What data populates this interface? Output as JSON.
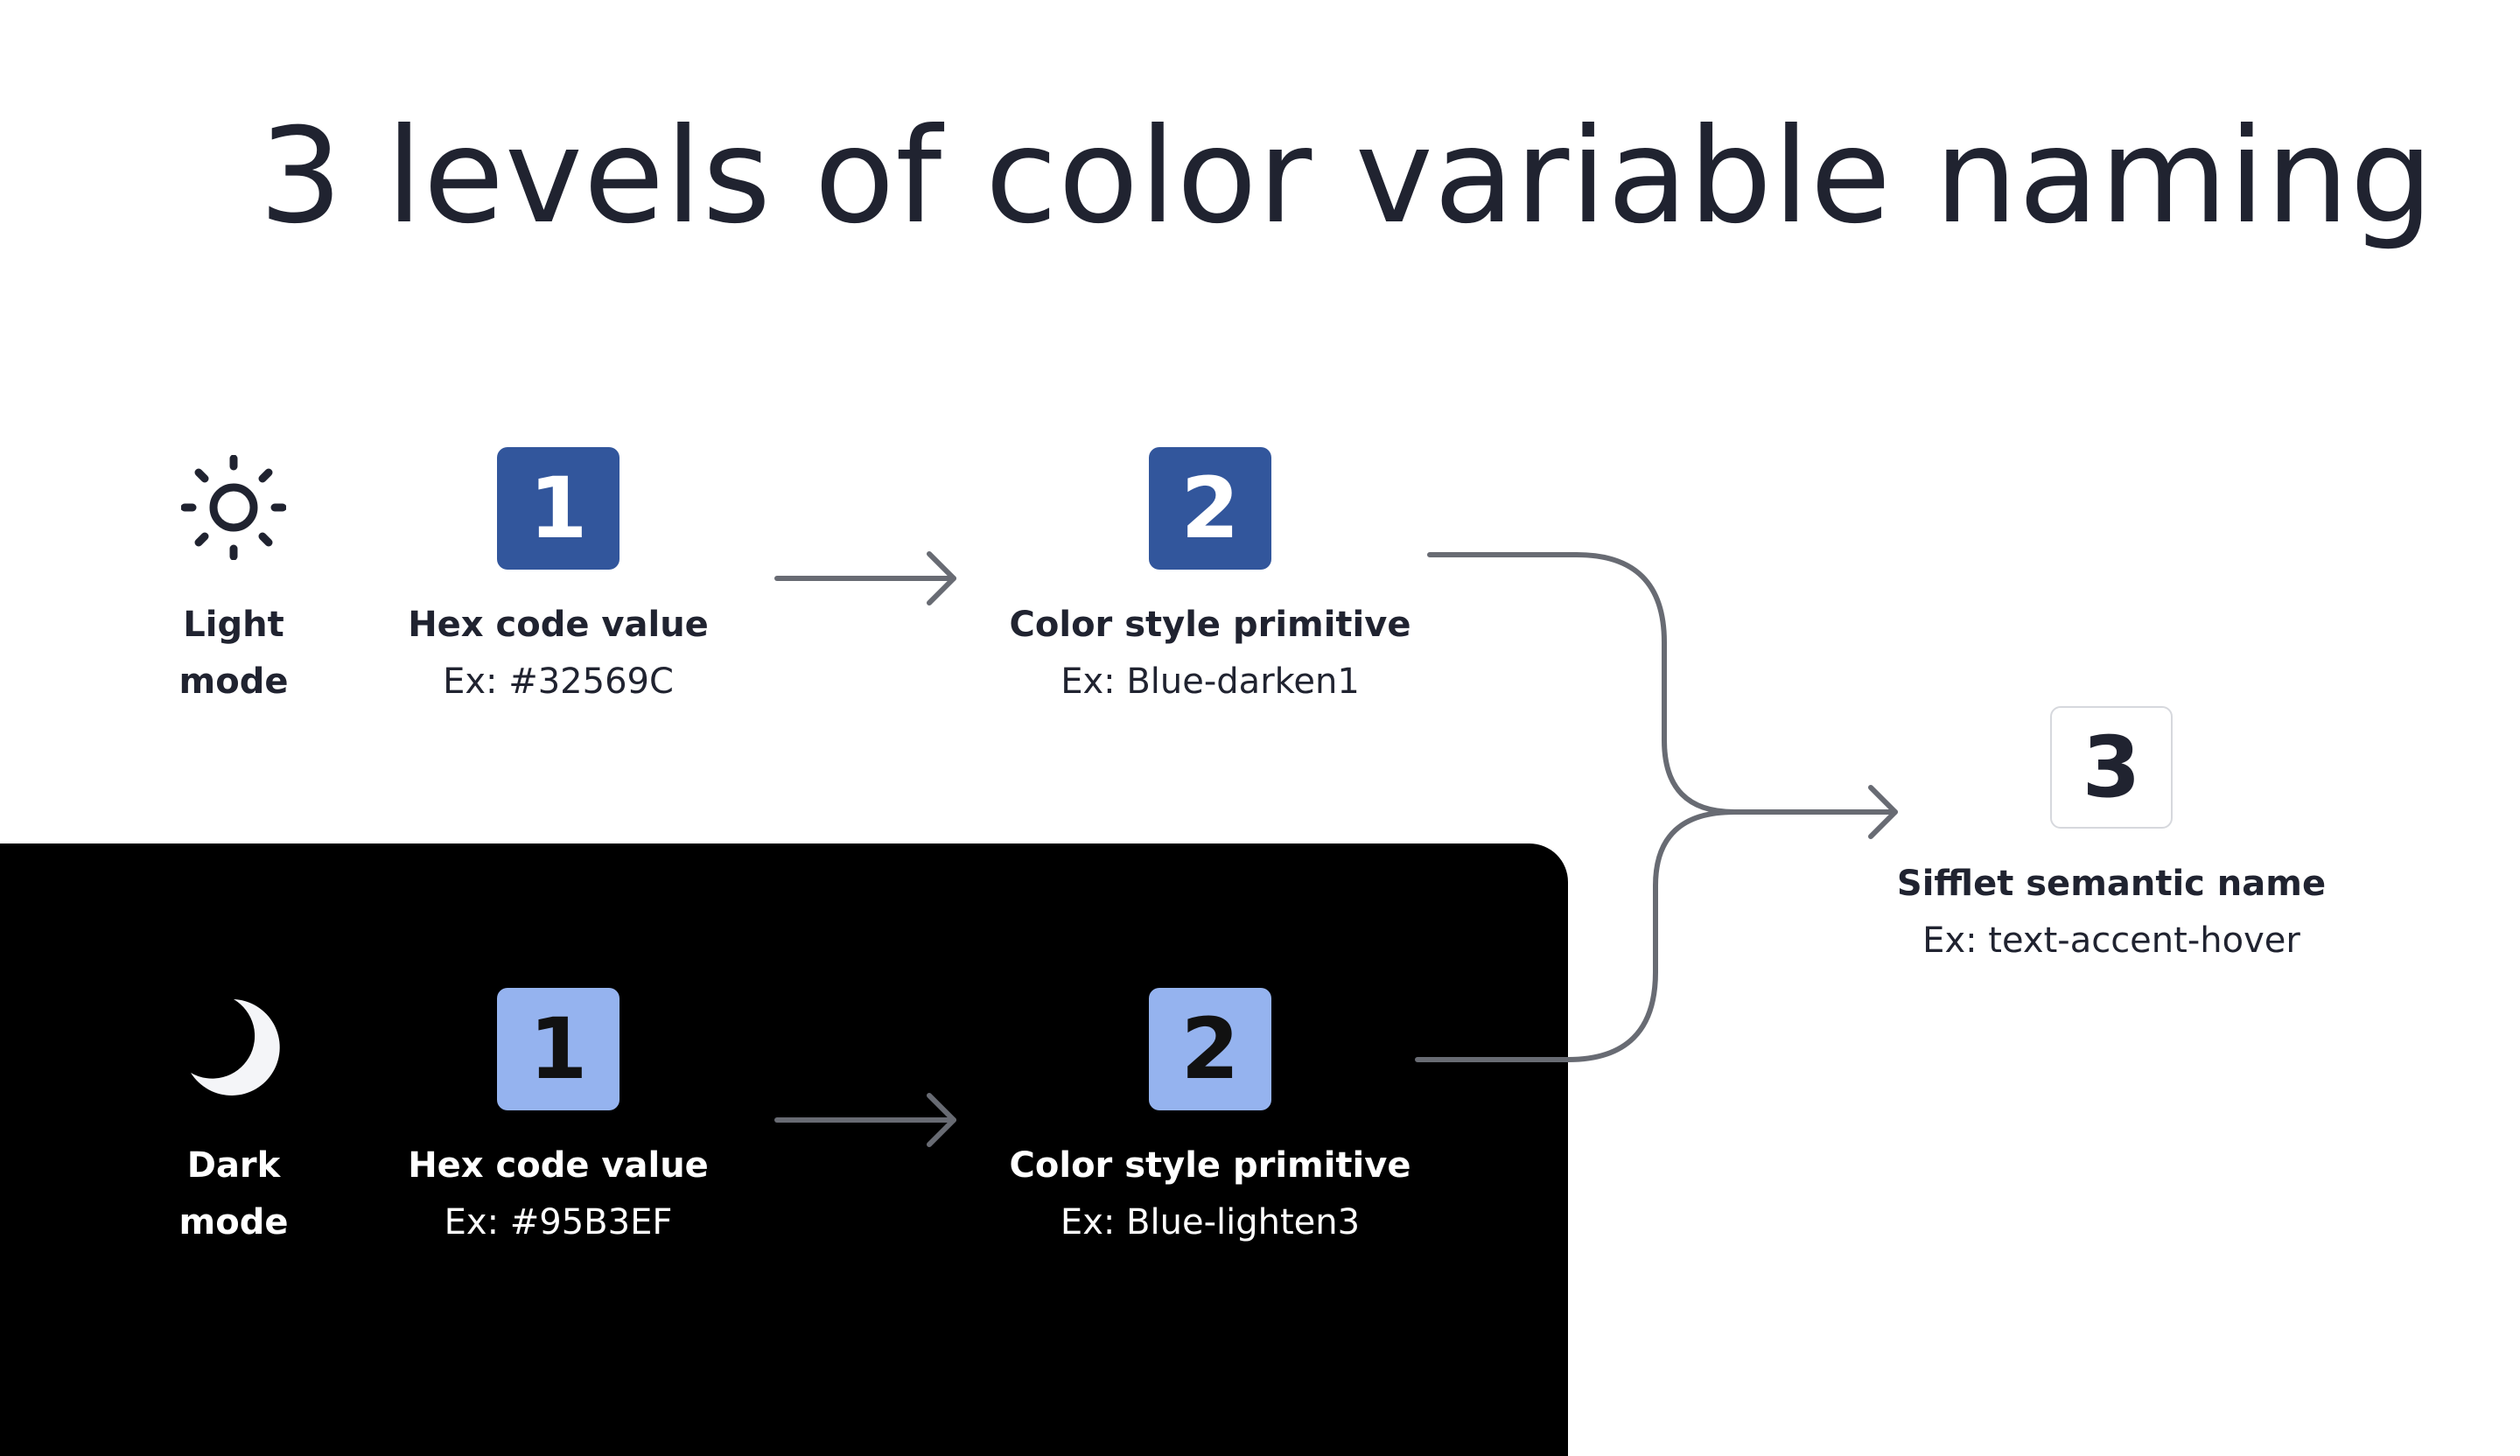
{
  "title": "3 levels of color variable naming",
  "colors": {
    "light_primitive_box": "#32569C",
    "dark_primitive_box": "#95B3EF",
    "dark_background": "#000000",
    "connector": "#686b73"
  },
  "light": {
    "icon": "sun-icon",
    "mode_line1": "Light",
    "mode_line2": "mode",
    "step1": {
      "number": "1",
      "label": "Hex code value",
      "example": "Ex: #32569C"
    },
    "step2": {
      "number": "2",
      "label": "Color style primitive",
      "example": "Ex: Blue-darken1"
    }
  },
  "dark": {
    "icon": "moon-icon",
    "mode_line1": "Dark",
    "mode_line2": "mode",
    "step1": {
      "number": "1",
      "label": "Hex code value",
      "example": "Ex: #95B3EF"
    },
    "step2": {
      "number": "2",
      "label": "Color style primitive",
      "example": "Ex: Blue-lighten3"
    }
  },
  "semantic": {
    "number": "3",
    "label": "Sifflet semantic name",
    "example": "Ex: text-accent-hover"
  }
}
